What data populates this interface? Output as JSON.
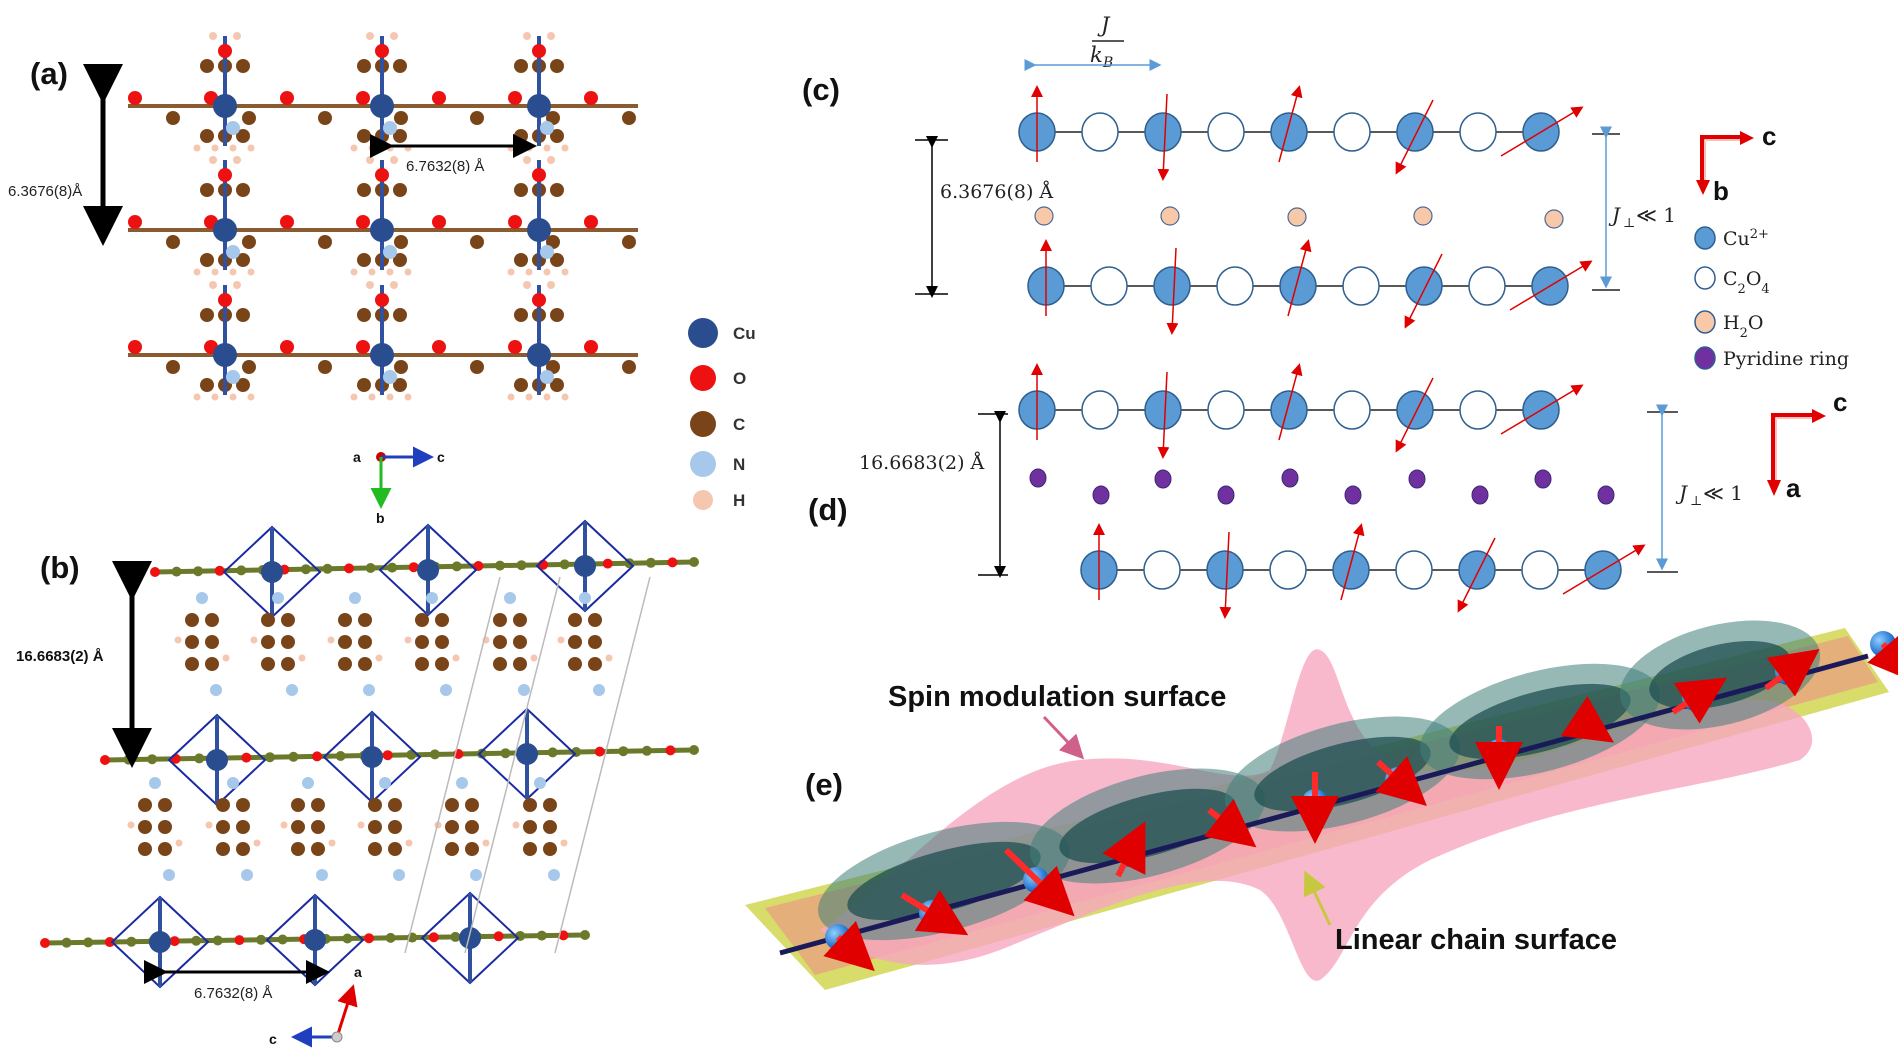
{
  "panels": {
    "a": "(a)",
    "b": "(b)",
    "c": "(c)",
    "d": "(d)",
    "e": "(e)"
  },
  "panel_a": {
    "vertical_distance": "6.3676(8)Å",
    "horizontal_distance": "6.7632(8) Å",
    "axes": {
      "a": "a",
      "b": "b",
      "c": "c"
    }
  },
  "atom_legend": [
    {
      "symbol": "Cu",
      "color": "#2a4d8f"
    },
    {
      "symbol": "O",
      "color": "#ee1111"
    },
    {
      "symbol": "C",
      "color": "#7a4419"
    },
    {
      "symbol": "N",
      "color": "#a6c8ea"
    },
    {
      "symbol": "H",
      "color": "#f5c6b0"
    }
  ],
  "panel_b": {
    "vertical_distance": "16.6683(2) Å",
    "horizontal_distance": "6.7632(8) Å",
    "axes": {
      "a": "a",
      "c": "c"
    }
  },
  "panel_c": {
    "coupling_num": "J",
    "coupling_den_k": "k",
    "coupling_den_sub": "B",
    "distance": "6.3676(8) Å",
    "perp": "J",
    "perp_sub": "⊥",
    "perp_rel": "≪ 1",
    "axis_right": "c",
    "axis_down": "b"
  },
  "panel_d": {
    "distance": "16.6683(2) Å",
    "perp": "J",
    "perp_sub": "⊥",
    "perp_rel": "≪ 1",
    "axis_right": "c",
    "axis_down": "a"
  },
  "species_legend": [
    {
      "label": "Cu",
      "sup": "2+",
      "sub": "",
      "color": "#5b9bd5"
    },
    {
      "label": "C",
      "sup": "",
      "sub": "2",
      "label2": "O",
      "sub2": "4",
      "color": "#ffffff"
    },
    {
      "label": "H",
      "sup": "",
      "sub": "2",
      "label2": "O",
      "sub2": "",
      "color": "#f7c9a8"
    },
    {
      "label": "Pyridine ring",
      "sup": "",
      "sub": "",
      "color": "#7030a0"
    }
  ],
  "panel_e": {
    "spin_surface": "Spin modulation surface",
    "chain_surface": "Linear chain surface"
  },
  "colors": {
    "cu_blue": "#5b9bd5",
    "arrow_red": "#e00000",
    "pink": "#f7a7c0",
    "chain_yellow": "#d8dc6a"
  }
}
